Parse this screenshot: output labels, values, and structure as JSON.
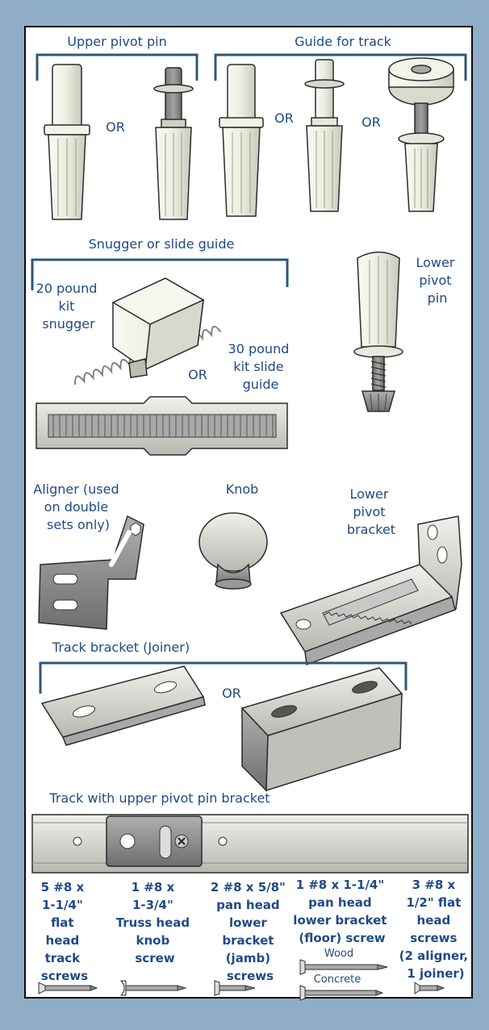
{
  "sections": {
    "upper_pivot_pin": "Upper pivot pin",
    "guide_for_track": "Guide for track",
    "snugger_or_slide_guide": "Snugger or slide guide",
    "track_bracket": "Track bracket (Joiner)",
    "track_with_bracket": "Track with upper pivot pin bracket"
  },
  "labels": {
    "or": "OR",
    "snugger": [
      "20 pound",
      "kit",
      "snugger"
    ],
    "slide_guide": [
      "30 pound",
      "kit slide",
      "guide"
    ],
    "lower_pivot_pin": [
      "Lower",
      "pivot",
      "pin"
    ],
    "aligner": [
      "Aligner (used",
      "on double",
      "sets only)"
    ],
    "knob": "Knob",
    "lower_pivot_bracket": [
      "Lower",
      "pivot",
      "bracket"
    ]
  },
  "screws": [
    {
      "lines": [
        "5 #8 x",
        "1-1/4\"",
        "flat",
        "head",
        "track",
        "screws"
      ]
    },
    {
      "lines": [
        "1 #8 x",
        "1-3/4\"",
        "Truss head",
        "knob",
        "screw"
      ]
    },
    {
      "lines": [
        "2 #8 x 5/8\"",
        "pan head",
        "lower",
        "bracket",
        "(jamb)",
        "screws"
      ]
    },
    {
      "lines": [
        "1 #8 x 1-1/4\"",
        "pan head",
        "lower bracket",
        "(floor) screw"
      ],
      "sub": [
        "Wood",
        "Concrete"
      ]
    },
    {
      "lines": [
        "3 #8 x",
        "1/2\" flat",
        "head",
        "screws",
        "(2 aligner,",
        "1 joiner)"
      ]
    }
  ],
  "colors": {
    "label": "#1f4a86",
    "bracket": "#2c587a",
    "background": "#8fadc6"
  }
}
